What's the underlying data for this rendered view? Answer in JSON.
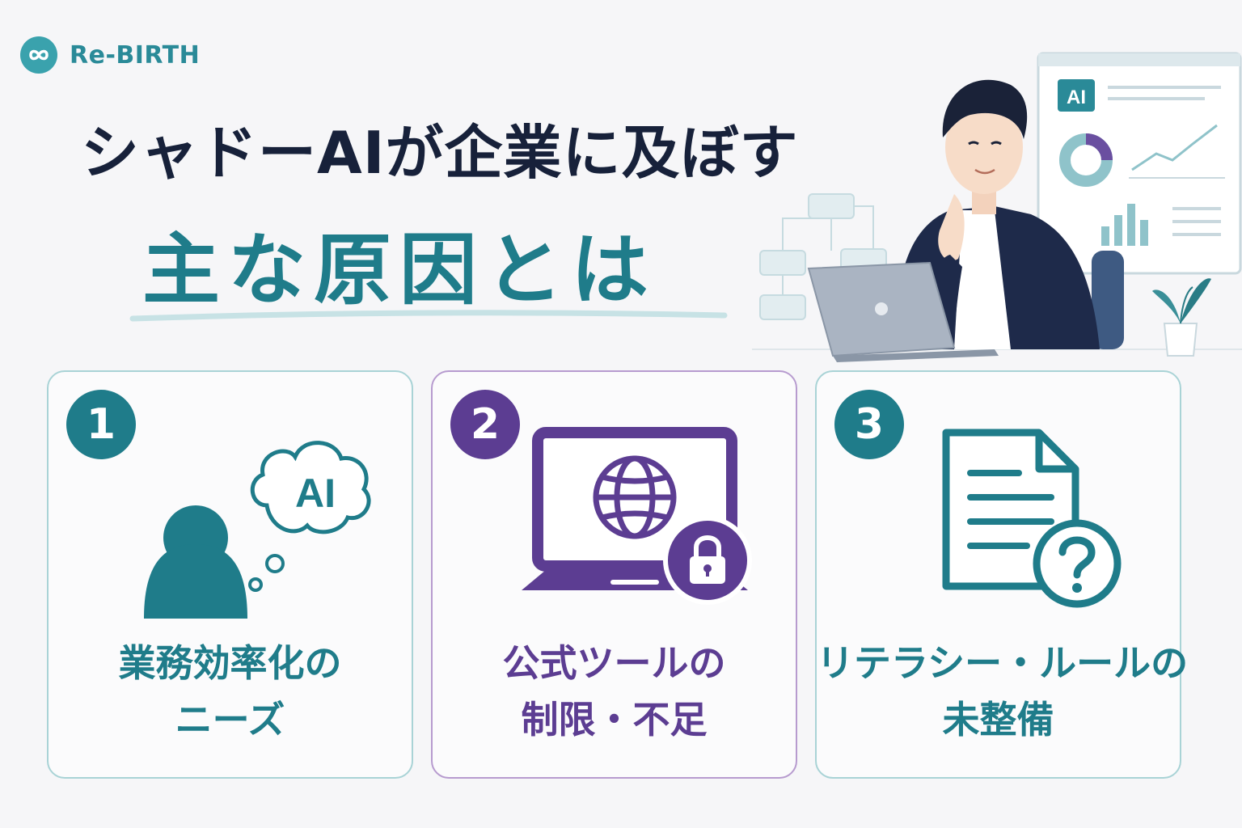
{
  "brand": {
    "name": "Re-BIRTH",
    "color": "#2a8a98"
  },
  "title": {
    "line1": "シャドーAIが企業に及ぼす",
    "line2": "主な原因とは"
  },
  "hero": {
    "screen_label": "AI",
    "icons": [
      "businessman-illustration",
      "laptop-icon",
      "dashboard-screen",
      "donut-chart-icon",
      "line-chart-icon",
      "bar-chart-icon",
      "plant-icon",
      "flowchart-diagram"
    ]
  },
  "colors": {
    "teal": "#1f7c8a",
    "purple": "#5c3d92",
    "navy": "#17213a"
  },
  "cards": [
    {
      "number": "1",
      "line1": "業務効率化の",
      "line2": "ニーズ",
      "icon": "person-thinking-ai-icon",
      "icon_label": "AI"
    },
    {
      "number": "2",
      "line1": "公式ツールの",
      "line2": "制限・不足",
      "icon": "laptop-globe-lock-icon"
    },
    {
      "number": "3",
      "line1": "リテラシー・ルールの",
      "line2": "未整備",
      "icon": "document-question-icon"
    }
  ]
}
